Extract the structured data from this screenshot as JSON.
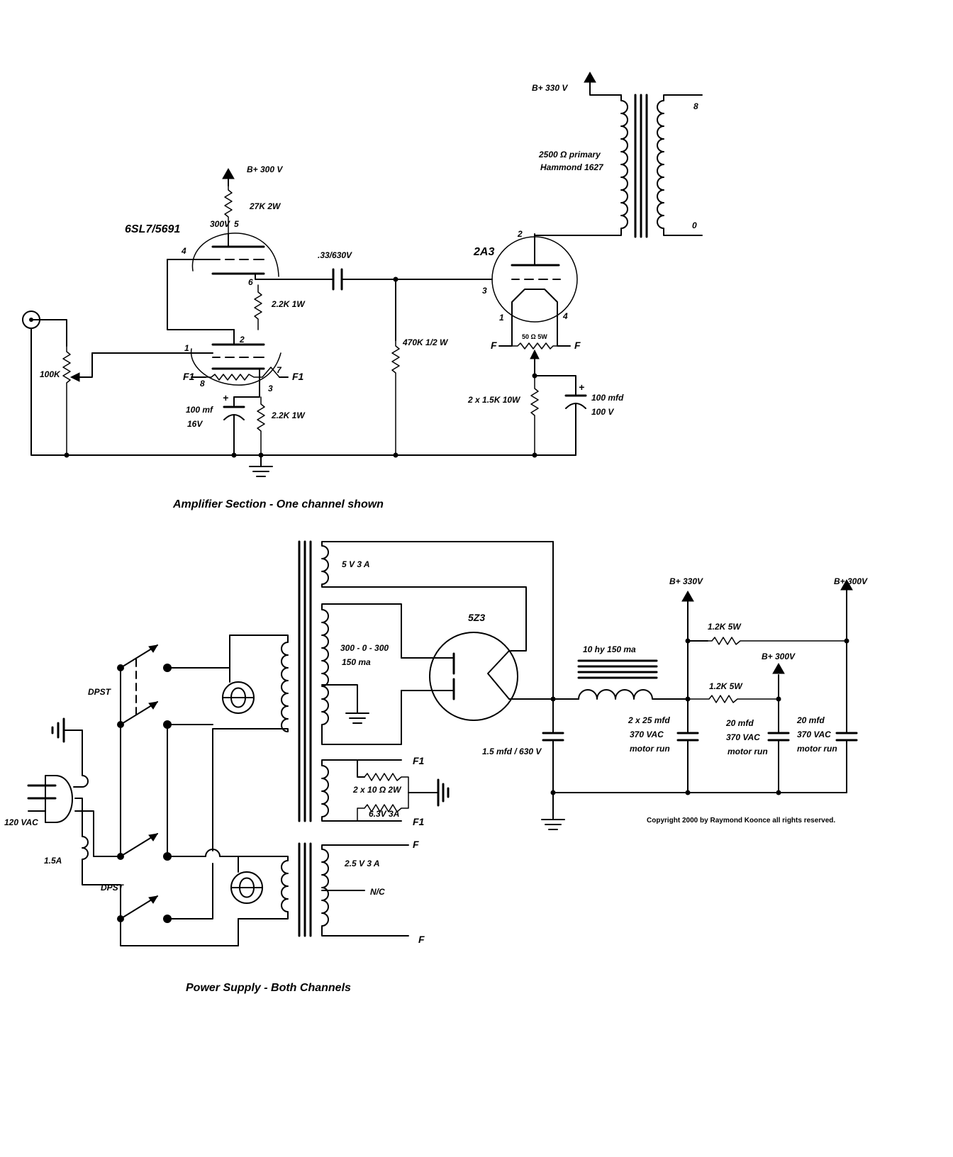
{
  "amp": {
    "title": "Amplifier Section - One channel shown",
    "b300": "B+ 300 V",
    "r_plate": "27K 2W",
    "v300": "300V",
    "pin5": "5",
    "tube1": "6SL7/5691",
    "pin4": "4",
    "pin6": "6",
    "pin2": "2",
    "pin1": "1",
    "pin8": "8",
    "pin7": "7",
    "pin3": "3",
    "r_mid": "2.2K 1W",
    "r_cath": "2.2K 1W",
    "f1_left": "F1",
    "f1_right": "F1",
    "pot": "100K",
    "cap_cath": "100 mf",
    "cap_cath_v": "16V",
    "coupling": ".33/630V",
    "grid_r": "470K 1/2 W",
    "tube2": "2A3",
    "t2_pin2": "2",
    "t2_pin3": "3",
    "t2_pin1": "1",
    "t2_pin4": "4",
    "hum_pot": "50 Ω 5W",
    "f_left": "F",
    "f_right": "F",
    "bias_r": "2 x 1.5K 10W",
    "bias_cap": "100 mfd",
    "bias_cap_v": "100 V",
    "b330": "B+ 330 V",
    "ot_line1": "2500 Ω primary",
    "ot_line2": "Hammond 1627",
    "ot_8": "8",
    "ot_0": "0"
  },
  "psu": {
    "title": "Power Supply - Both Channels",
    "w5v": "5 V 3 A",
    "hv": "300 - 0 - 300",
    "hv_ma": "150 ma",
    "heater_r": "2 x 10 Ω  2W",
    "heater_v": "6.3V  3A",
    "f1_top": "F1",
    "f1_bot": "F1",
    "w25": "2.5 V  3 A",
    "nc": "N/C",
    "f_top": "F",
    "f_bot": "F",
    "rect": "5Z3",
    "cap_in": "1.5 mfd / 630 V",
    "choke": "10 hy  150 ma",
    "b330": "B+ 330V",
    "b300a": "B+ 300V",
    "b300b": "B+ 300V",
    "r1": "1.2K  5W",
    "r2": "1.2K  5W",
    "c1a": "2 x 25 mfd",
    "c1b": "370 VAC",
    "c1c": "motor run",
    "c2a": "20 mfd",
    "c2b": "370 VAC",
    "c2c": "motor run",
    "c3a": "20 mfd",
    "c3b": "370 VAC",
    "c3c": "motor run",
    "dpst_top": "DPST",
    "dpst_bot": "DPST",
    "mains": "120 VAC",
    "fuse": "1.5A",
    "copyright": "Copyright 2000 by Raymond Koonce all rights reserved."
  }
}
